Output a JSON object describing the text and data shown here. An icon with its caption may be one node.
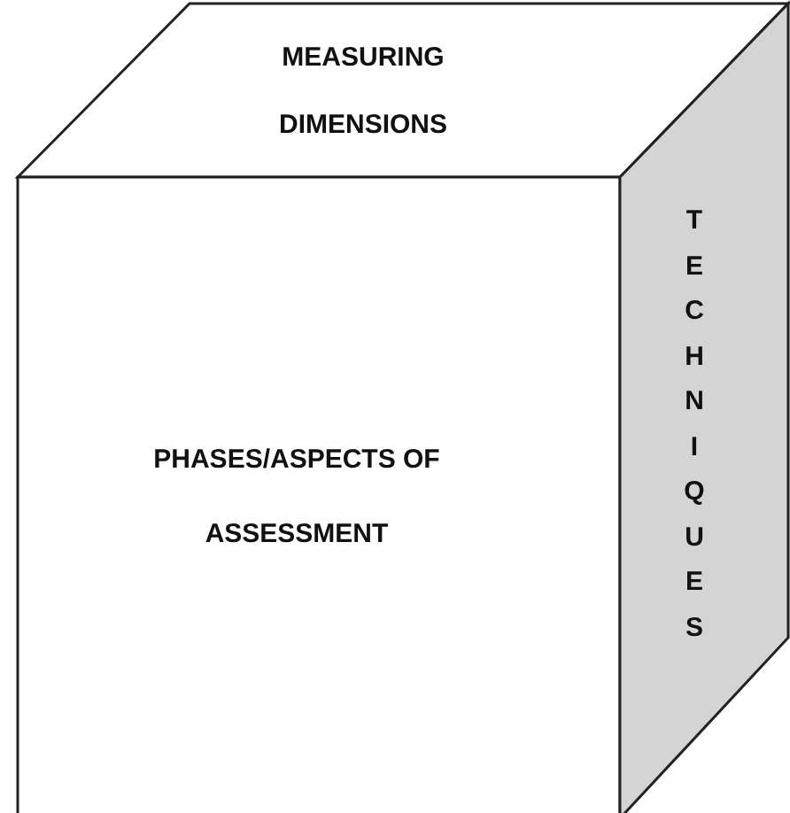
{
  "diagram": {
    "nodes": [
      {
        "text": [
          "MEASURING DIMENSIONS"
        ]
      },
      {
        "text": [
          "PHASES/ASPECTS OF ASSESSMENT"
        ]
      },
      {
        "text": [
          "TECHNIQUES"
        ]
      }
    ]
  }
}
